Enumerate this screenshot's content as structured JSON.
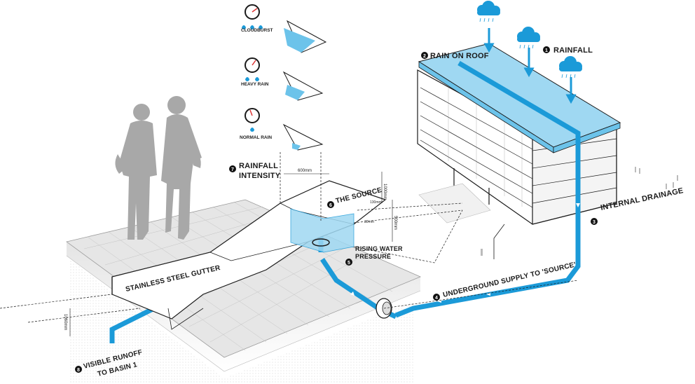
{
  "labels": {
    "rainfall": "RAINFALL",
    "rain_on_roof": "RAIN ON ROOF",
    "internal_drainage": "INTERNAL DRAINAGE",
    "underground_supply": "UNDERGROUND SUPPLY TO 'SOURCE'",
    "rising_water_line1": "RISING WATER",
    "rising_water_line2": "PRESSURE",
    "the_source": "THE SOURCE",
    "rainfall_intensity_line1": "RAINFALL",
    "rainfall_intensity_line2": "INTENSITY",
    "visible_runoff_line1": "VISIBLE RUNOFF",
    "visible_runoff_line2": "TO BASIN 1",
    "gutter": "STAINLESS STEEL GUTTER",
    "cloudburst": "CLOUDBURST",
    "heavy_rain": "HEAVY RAIN",
    "normal_rain": "NORMAL RAIN"
  },
  "step_numbers": {
    "rainfall": "1",
    "rain_on_roof": "2",
    "internal_drainage": "3",
    "underground_supply": "4",
    "rising_water": "5",
    "the_source": "6",
    "rainfall_intensity": "7",
    "visible_runoff": "8"
  },
  "dimensions": {
    "width_top": "600mm",
    "height_right": "500mm",
    "height_left": "1000mm",
    "depth_outer": "500mm",
    "inner_upper": "130mm",
    "inner_lower": "30mm",
    "gutter_depth": "1060mm"
  },
  "colors": {
    "water": "#1b9ad8",
    "water_light": "#9fd8f2",
    "human": "#a8a8a8",
    "ground": "#e8e8e8",
    "ink": "#1a1a1a"
  }
}
